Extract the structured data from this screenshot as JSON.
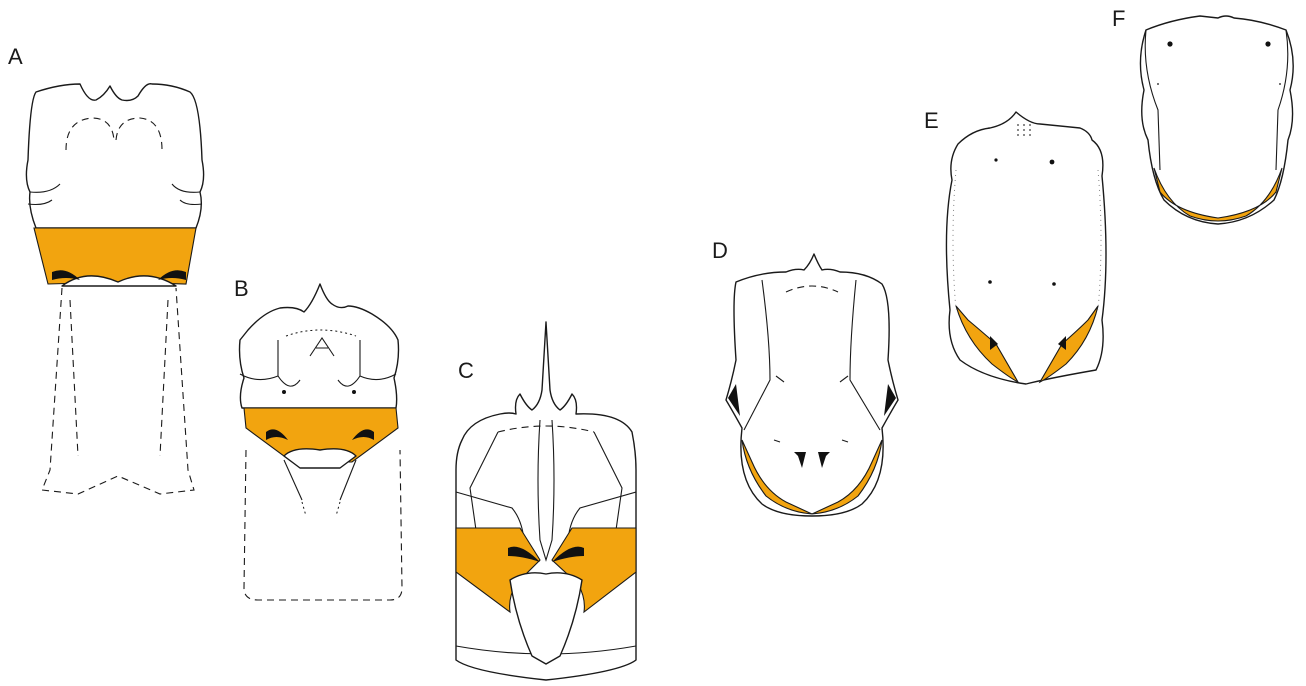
{
  "figure": {
    "highlight_color": "#f2a40f",
    "line_color": "#1a1a1a",
    "panels": [
      {
        "label": "A"
      },
      {
        "label": "B"
      },
      {
        "label": "C"
      },
      {
        "label": "D"
      },
      {
        "label": "E"
      },
      {
        "label": "F"
      }
    ]
  }
}
